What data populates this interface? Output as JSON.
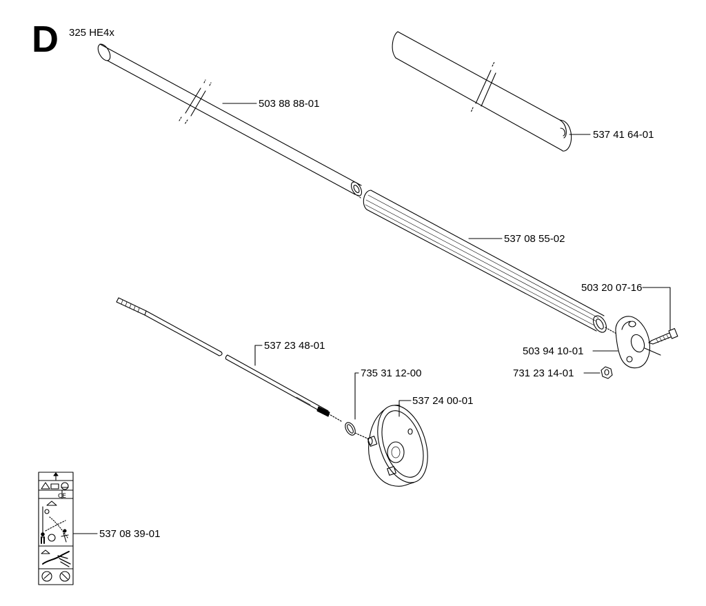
{
  "header": {
    "section": "D",
    "model": "325 HE4x"
  },
  "parts": [
    {
      "id": "upper-tube",
      "number": "503 88 88-01"
    },
    {
      "id": "upper-tube-alt",
      "number": "537 41 64-01"
    },
    {
      "id": "grip-sleeve",
      "number": "537 08 55-02"
    },
    {
      "id": "bolt",
      "number": "503 20 07-16"
    },
    {
      "id": "bracket",
      "number": "503 94 10-01"
    },
    {
      "id": "nut",
      "number": "731 23 14-01"
    },
    {
      "id": "drive-shaft",
      "number": "537 23 48-01"
    },
    {
      "id": "o-ring",
      "number": "735 31 12-00"
    },
    {
      "id": "clutch-drum",
      "number": "537 24 00-01"
    },
    {
      "id": "decal",
      "number": "537 08 39-01"
    }
  ],
  "decal": {
    "ce_mark": "CE"
  }
}
